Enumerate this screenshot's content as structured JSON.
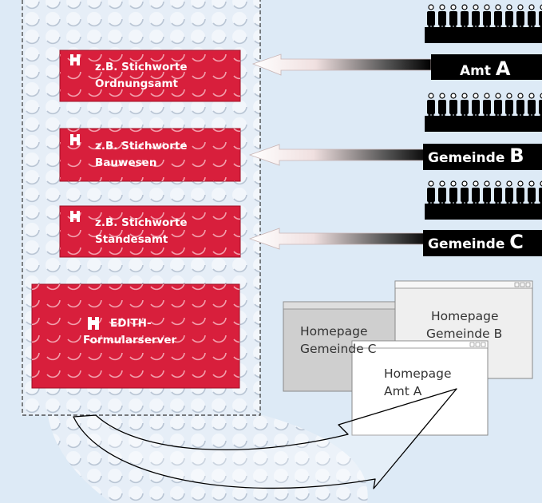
{
  "cards": [
    {
      "line1": "z.B. Stichworte",
      "line2": "Ordnungsamt"
    },
    {
      "line1": "z.B. Stichworte",
      "line2": "Bauwesen"
    },
    {
      "line1": "z.B. Stichworte",
      "line2": "Standesamt"
    }
  ],
  "server": {
    "line1": "EDITH-",
    "line2": "Formularserver"
  },
  "organizations": [
    {
      "prefix": "Amt",
      "letter": "A"
    },
    {
      "prefix": "Gemeinde",
      "letter": "B"
    },
    {
      "prefix": "Gemeinde",
      "letter": "C"
    }
  ],
  "homepages": [
    {
      "line1": "Homepage",
      "line2": "Gemeinde C"
    },
    {
      "line1": "Homepage",
      "line2": "Gemeinde B"
    },
    {
      "line1": "Homepage",
      "line2": "Amt A"
    }
  ],
  "colors": {
    "background": "#ddeaf6",
    "card_red": "#d81f3c",
    "lego_light": "#eef3f9",
    "window_grey": "#cfcfcf"
  }
}
